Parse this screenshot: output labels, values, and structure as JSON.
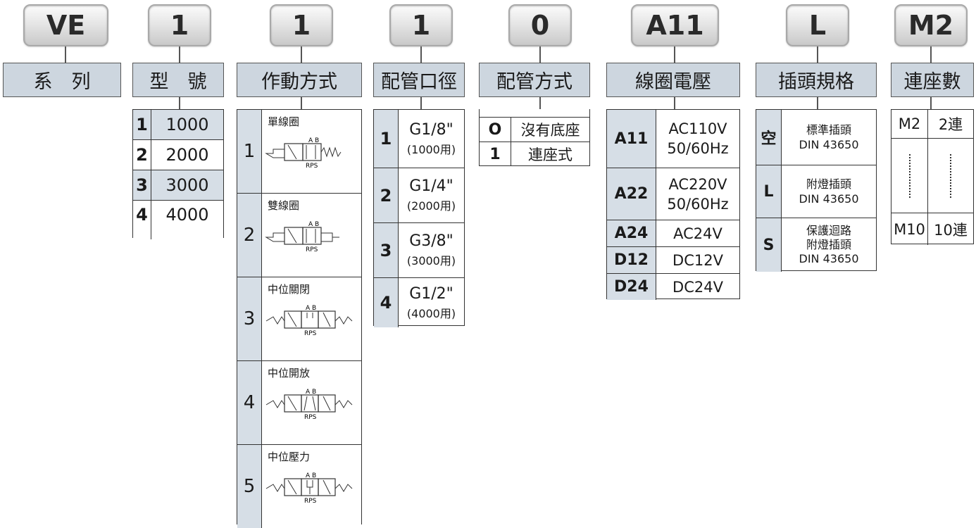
{
  "codes": [
    "VE",
    "1",
    "1",
    "1",
    "0",
    "A11",
    "L",
    "M2"
  ],
  "headers": [
    "系　列",
    "型　號",
    "作動方式",
    "配管口徑",
    "配管方式",
    "線圈電壓",
    "插頭規格",
    "連座數"
  ],
  "model": [
    {
      "key": "1",
      "value": "1000"
    },
    {
      "key": "2",
      "value": "2000"
    },
    {
      "key": "3",
      "value": "3000"
    },
    {
      "key": "4",
      "value": "4000"
    }
  ],
  "action": [
    {
      "key": "1",
      "label": "單線圈"
    },
    {
      "key": "2",
      "label": "雙線圈"
    },
    {
      "key": "3",
      "label": "中位關閉"
    },
    {
      "key": "4",
      "label": "中位開放"
    },
    {
      "key": "5",
      "label": "中位壓力"
    }
  ],
  "symbol_labels": {
    "top": "A B",
    "bottom": "RPS"
  },
  "port": [
    {
      "key": "1",
      "size": "G1/8\"",
      "note": "(1000用)"
    },
    {
      "key": "2",
      "size": "G1/4\"",
      "note": "(2000用)"
    },
    {
      "key": "3",
      "size": "G3/8\"",
      "note": "(3000用)"
    },
    {
      "key": "4",
      "size": "G1/2\"",
      "note": "(4000用)"
    }
  ],
  "piping": [
    {
      "key": "O",
      "value": "沒有底座"
    },
    {
      "key": "1",
      "value": "連座式"
    }
  ],
  "voltage": [
    {
      "key": "A11",
      "line1": "AC110V",
      "line2": "50/60Hz"
    },
    {
      "key": "A22",
      "line1": "AC220V",
      "line2": "50/60Hz"
    },
    {
      "key": "A24",
      "line1": "AC24V",
      "line2": ""
    },
    {
      "key": "D12",
      "line1": "DC12V",
      "line2": ""
    },
    {
      "key": "D24",
      "line1": "DC24V",
      "line2": ""
    }
  ],
  "plug": [
    {
      "key": "空",
      "line1": "標準插頭",
      "line2": "DIN 43650",
      "line3": ""
    },
    {
      "key": "L",
      "line1": "附燈插頭",
      "line2": "DIN 43650",
      "line3": ""
    },
    {
      "key": "S",
      "line1": "保護迴路",
      "line2": "附燈插頭",
      "line3": "DIN 43650"
    }
  ],
  "station": {
    "first": {
      "key": "M2",
      "value": "2連"
    },
    "last": {
      "key": "M10",
      "value": "10連"
    }
  }
}
